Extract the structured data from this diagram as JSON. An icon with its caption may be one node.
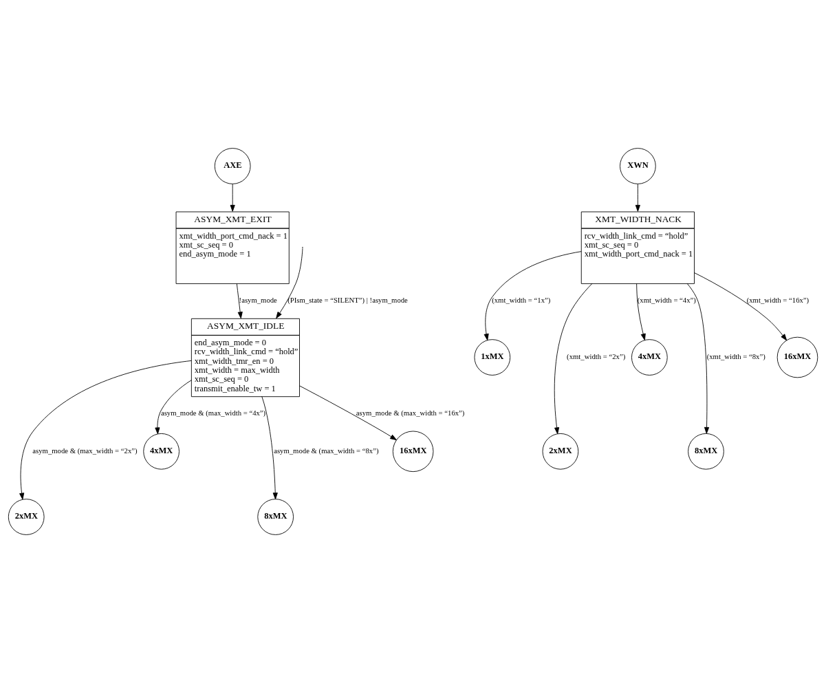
{
  "diagram": {
    "nodes": [
      {
        "text": [
          "AXE"
        ]
      },
      {
        "text": [
          "ASYM_XMT_EXIT",
          "xmt_width_port_cmd_nack = 1",
          "xmt_sc_seq = 0",
          "end_asym_mode = 1"
        ]
      },
      {
        "text": [
          "ASYM_XMT_IDLE",
          "end_asym_mode = 0",
          "rcv_width_link_cmd = “hold”",
          "xmt_width_tmr_en = 0",
          "xmt_width = max_width",
          "xmt_sc_seq = 0",
          "transmit_enable_tw = 1"
        ]
      },
      {
        "text": [
          "XWN"
        ]
      },
      {
        "text": [
          "XMT_WIDTH_NACK",
          "rcv_width_link_cmd = “hold”",
          "xmt_sc_seq = 0",
          "xmt_width_port_cmd_nack = 1"
        ]
      },
      {
        "text": [
          "2xMX"
        ]
      },
      {
        "text": [
          "4xMX"
        ]
      },
      {
        "text": [
          "8xMX"
        ]
      },
      {
        "text": [
          "16xMX"
        ]
      },
      {
        "text": [
          "1xMX"
        ]
      },
      {
        "text": [
          "2xMX"
        ]
      },
      {
        "text": [
          "4xMX"
        ]
      },
      {
        "text": [
          "8xMX"
        ]
      },
      {
        "text": [
          "16xMX"
        ]
      }
    ],
    "edges": [
      {
        "from": 0,
        "to": 1,
        "arrow": "to"
      },
      {
        "from": 1,
        "to": 2,
        "arrow": "to",
        "label": "!asym_mode"
      },
      {
        "from": null,
        "to": 2,
        "arrow": "to",
        "label": "(PIsm_state = “SILENT”) | !asym_mode"
      },
      {
        "from": 3,
        "to": 4,
        "arrow": "to"
      },
      {
        "from": 2,
        "to": 5,
        "arrow": "to",
        "label": "asym_mode & (max_width = “2x”)"
      },
      {
        "from": 2,
        "to": 6,
        "arrow": "to",
        "label": "asym_mode & (max_width = “4x”)"
      },
      {
        "from": 2,
        "to": 7,
        "arrow": "to",
        "label": "asym_mode & (max_width = “8x”)"
      },
      {
        "from": 2,
        "to": 8,
        "arrow": "to",
        "label": "asym_mode & (max_width = “16x”)"
      },
      {
        "from": 4,
        "to": 9,
        "arrow": "to",
        "label": "(xmt_width = “1x”)"
      },
      {
        "from": 4,
        "to": 10,
        "arrow": "to",
        "label": "(xmt_width = “2x”)"
      },
      {
        "from": 4,
        "to": 11,
        "arrow": "to",
        "label": "(xmt_width = “4x”)"
      },
      {
        "from": 4,
        "to": 12,
        "arrow": "to",
        "label": "(xmt_width = “8x”)"
      },
      {
        "from": 4,
        "to": 13,
        "arrow": "to",
        "label": "(xmt_width = “16x”)"
      }
    ]
  }
}
